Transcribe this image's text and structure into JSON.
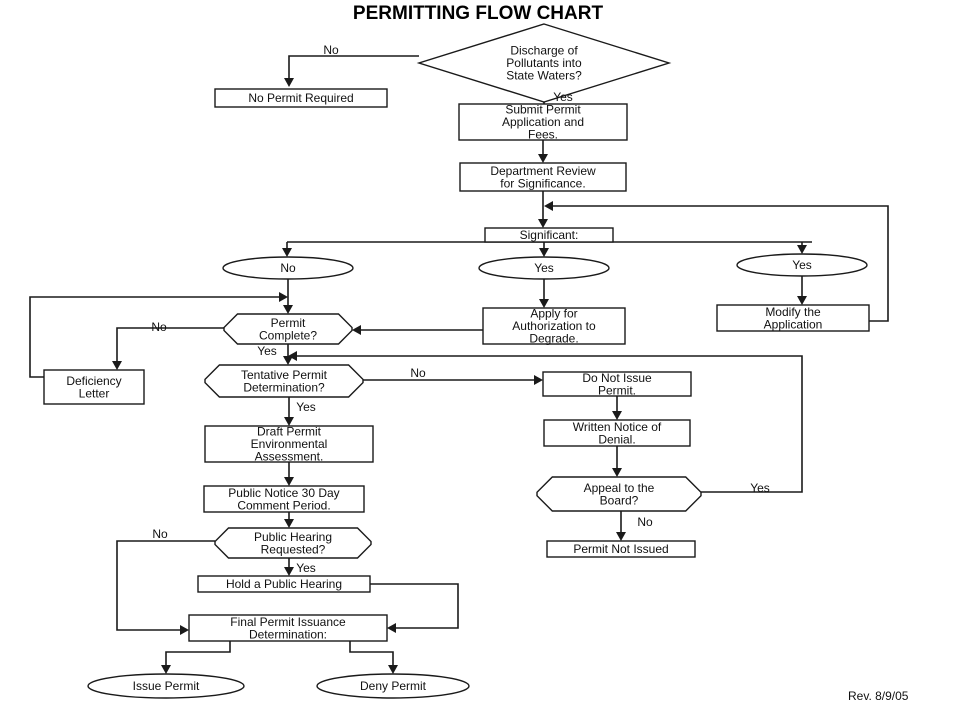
{
  "title": "PERMITTING FLOW CHART",
  "revision": "Rev. 8/9/05",
  "nodes": {
    "discharge": [
      "Discharge of",
      "Pollutants into",
      "State Waters?"
    ],
    "no_permit": [
      "No Permit Required"
    ],
    "submit": [
      "Submit Permit",
      "Application and",
      "Fees."
    ],
    "review": [
      "Department Review",
      "for Significance."
    ],
    "significant": [
      "Significant:"
    ],
    "sig_no": [
      "No"
    ],
    "sig_yes_mid": [
      "Yes"
    ],
    "sig_yes_right": [
      "Yes"
    ],
    "apply": [
      "Apply for",
      "Authorization to",
      "Degrade."
    ],
    "modify": [
      "Modify the",
      "Application"
    ],
    "complete": [
      "Permit",
      "Complete?"
    ],
    "deficiency": [
      "Deficiency",
      "Letter"
    ],
    "tentative": [
      "Tentative Permit",
      "Determination?"
    ],
    "do_not_issue": [
      "Do Not Issue",
      "Permit."
    ],
    "written_notice": [
      "Written Notice of",
      "Denial."
    ],
    "appeal": [
      "Appeal to the",
      "Board?"
    ],
    "not_issued": [
      "Permit Not Issued"
    ],
    "draft": [
      "Draft Permit",
      "Environmental",
      "Assessment."
    ],
    "public_notice": [
      "Public Notice 30 Day",
      "Comment Period."
    ],
    "hearing_req": [
      "Public Hearing",
      "Requested?"
    ],
    "hold_hearing": [
      "Hold a Public Hearing"
    ],
    "final": [
      "Final Permit Issuance",
      "Determination:"
    ],
    "issue": [
      "Issue Permit"
    ],
    "deny": [
      "Deny Permit"
    ]
  },
  "edge_labels": {
    "discharge_no": "No",
    "discharge_yes": "Yes",
    "complete_no": "No",
    "complete_yes": "Yes",
    "tentative_no": "No",
    "tentative_yes": "Yes",
    "appeal_yes": "Yes",
    "appeal_no": "No",
    "hearing_no": "No",
    "hearing_yes": "Yes"
  }
}
